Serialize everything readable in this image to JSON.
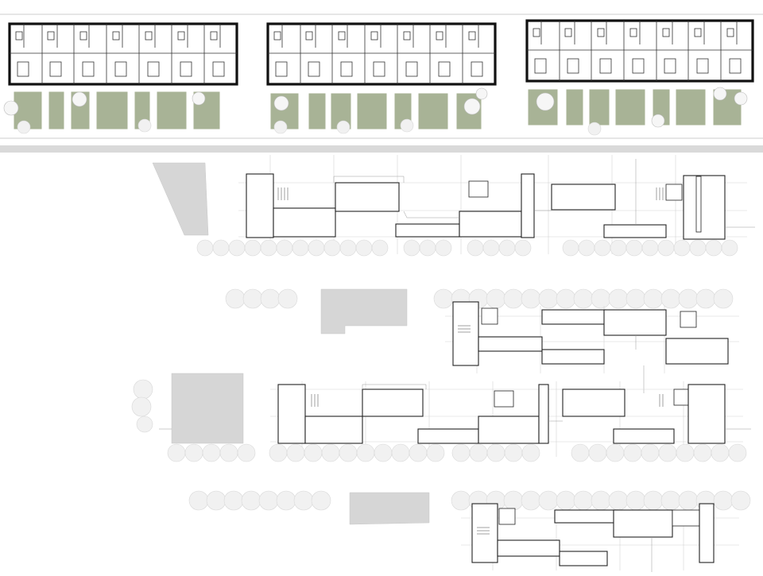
{
  "colors": {
    "background": "#ffffff",
    "garden": "#a8b396",
    "divider": "#d9d9d9",
    "site_block": "#d6d6d6",
    "tree": "#f1f1f1",
    "wall": "#111111"
  },
  "top_panel": {
    "row_houses": 3,
    "units_per_row": 7
  },
  "bottom_panel": {
    "site_plans": 4
  }
}
